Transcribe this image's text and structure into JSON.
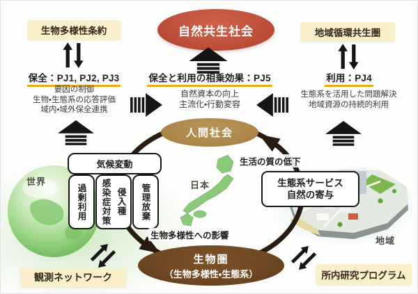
{
  "goal": {
    "label": "自然共生社会"
  },
  "left_track": {
    "tag": "生物多様性条約",
    "heading": "保全：PJ1, PJ2, PJ3",
    "lines": [
      "要因の制御",
      "生物・生態系の応答評価",
      "域内・域外保全連携"
    ]
  },
  "center_track": {
    "heading": "保全と利用の相乗効果：PJ5",
    "lines": [
      "自然資本の向上",
      "主流化・行動変容"
    ]
  },
  "right_track": {
    "tag": "地域循環共生圏",
    "heading": "利用：PJ4",
    "lines": [
      "生態系を活用した問題解決",
      "地域資源の持続的利用"
    ]
  },
  "cycle": {
    "human_society": "人間社会",
    "biosphere_line1": "生物圏",
    "biosphere_line2": "（生物多様性・生態系）",
    "quality_of_life_decline": "生活の質の低下",
    "biodiversity_impact": "生物多様性への影響",
    "ecosystem_services": [
      "生態系サービス",
      "自然の寄与"
    ],
    "climate_change": "気候変動",
    "pressures": [
      "過剰利用",
      "感染症対策",
      "侵入種",
      "管理放棄"
    ]
  },
  "scale_labels": {
    "world": "世界",
    "japan": "日本",
    "region": "地域"
  },
  "bottom": {
    "observation": "観測ネットワーク",
    "program": "所内研究プログラム"
  },
  "icons": {
    "exchange-vertical-icon": "paired opposing block arrows up/down",
    "exchange-diagonal-icon": "paired opposing block arrows diagonal",
    "striped-up-arrow-icon": "block arrow up with speed bars",
    "striped-right-arrow-icon": "block arrow right with speed bars",
    "striped-left-arrow-icon": "block arrow left with speed bars",
    "cycle-ring-icon": "thick ellipse ring with two arrowheads",
    "earth-globe-icon": "green glass globe",
    "japan-map-icon": "green Japan silhouette",
    "island-city-icon": "isometric coastal city island"
  },
  "colors": {
    "goal_red": "#bc4a35",
    "society_tan": "#ad884a",
    "biosphere_brown": "#6f4823",
    "note_yellow": "#f9f0ca",
    "underline_gold": "#eca912",
    "ring_brown": "#2a1b10",
    "japan_green": "#8bc97a",
    "ink": "#1f1f1f"
  }
}
